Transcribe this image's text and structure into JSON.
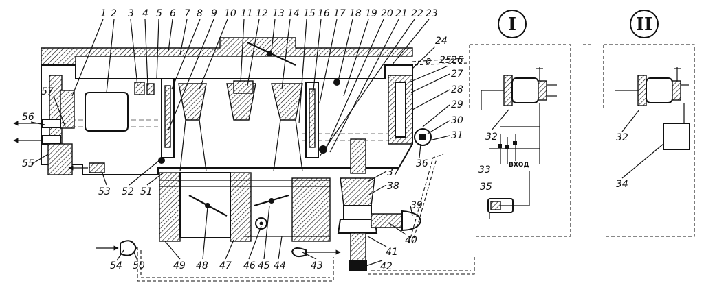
{
  "numbers_top": [
    "1",
    "2",
    "3",
    "4",
    "5",
    "6",
    "7",
    "8",
    "9",
    "10",
    "11",
    "12",
    "13",
    "14",
    "15",
    "16",
    "17",
    "18",
    "19",
    "20",
    "21",
    "22",
    "23"
  ],
  "numbers_right": [
    "24",
    "25",
    "26",
    "27",
    "28",
    "29",
    "30",
    "31"
  ],
  "numbers_bottom": [
    "57",
    "56",
    "55",
    "53",
    "52",
    "51",
    "54",
    "50",
    "49",
    "48",
    "47",
    "46",
    "45",
    "44",
    "43",
    "42",
    "41",
    "40",
    "39",
    "38",
    "37",
    "36"
  ],
  "panel_1": {
    "roman": "I",
    "solenoid": "32",
    "relay": "33",
    "relay_input_label": "ВХОД",
    "switch": "35"
  },
  "panel_2": {
    "roman": "II",
    "solenoid": "32",
    "unit": "34"
  },
  "small_label_a": "а"
}
